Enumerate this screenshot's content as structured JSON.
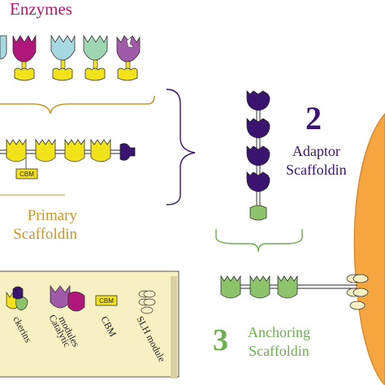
{
  "labels": {
    "enzymes": "Enzymes",
    "primary_line1": "Primary",
    "primary_line2": "Scaffoldin",
    "num_adaptor": "2",
    "adaptor_line1": "Adaptor",
    "adaptor_line2": "Scaffoldin",
    "num_anchoring": "3",
    "anchoring_line1": "Anchoring",
    "anchoring_line2": "Scaffoldin",
    "cbm_tag": "CBM"
  },
  "legend": {
    "dockerins": "ckerins",
    "catalytic_line1": "Catalytic",
    "catalytic_line2": "modules",
    "cbm": "CBM",
    "slh": "SLH module",
    "cbm_tag": "CBM"
  },
  "colors": {
    "enzymes_text": "#b5116e",
    "primary_text": "#c8962a",
    "adaptor": "#3a1470",
    "anchoring": "#6ab04c",
    "yellow_module": "#f2e21a",
    "legend_bg": "#f7f0c2",
    "cell_orange": "#f5a640"
  }
}
